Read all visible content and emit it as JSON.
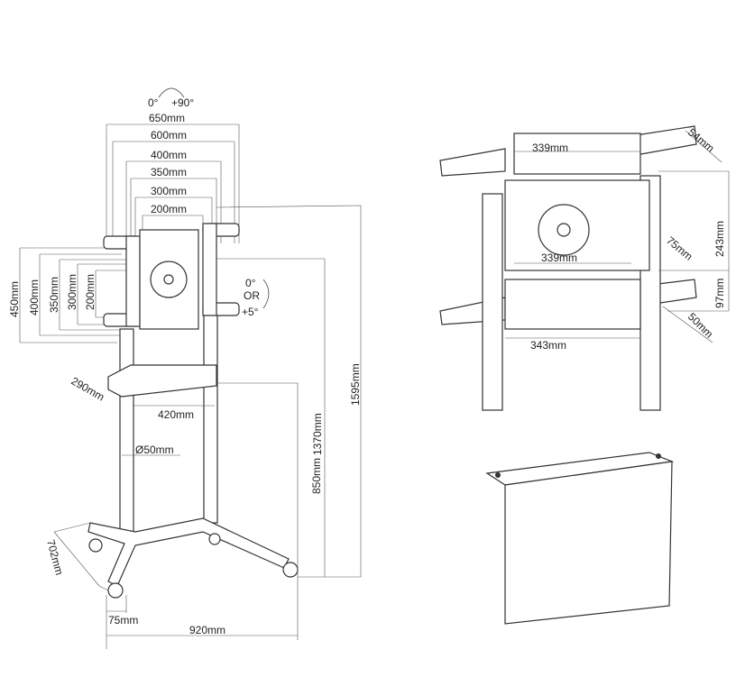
{
  "left_view": {
    "rotation": {
      "start": "0°",
      "end": "+90°"
    },
    "tilt": {
      "start": "0°",
      "or": "OR",
      "end": "+5°"
    },
    "vesa_widths": [
      "650mm",
      "600mm",
      "400mm",
      "350mm",
      "300mm",
      "200mm"
    ],
    "vesa_heights": [
      "450mm",
      "400mm",
      "350mm",
      "300mm",
      "200mm"
    ],
    "shelf_depth": "290mm",
    "shelf_width": "420mm",
    "pole_diameter": "Ø50mm",
    "shelf_height": "850mm",
    "mount_height": "1370mm",
    "total_height": "1595mm",
    "base_depth": "702mm",
    "wheel_offset": "75mm",
    "base_width": "920mm"
  },
  "right_view": {
    "top_width": "339mm",
    "bracket_depth": "54mm",
    "plate_height": "243mm",
    "plate_depth": "75mm",
    "plate_width": "339mm",
    "lower_height": "97mm",
    "lower_depth": "50mm",
    "lower_width": "343mm"
  }
}
